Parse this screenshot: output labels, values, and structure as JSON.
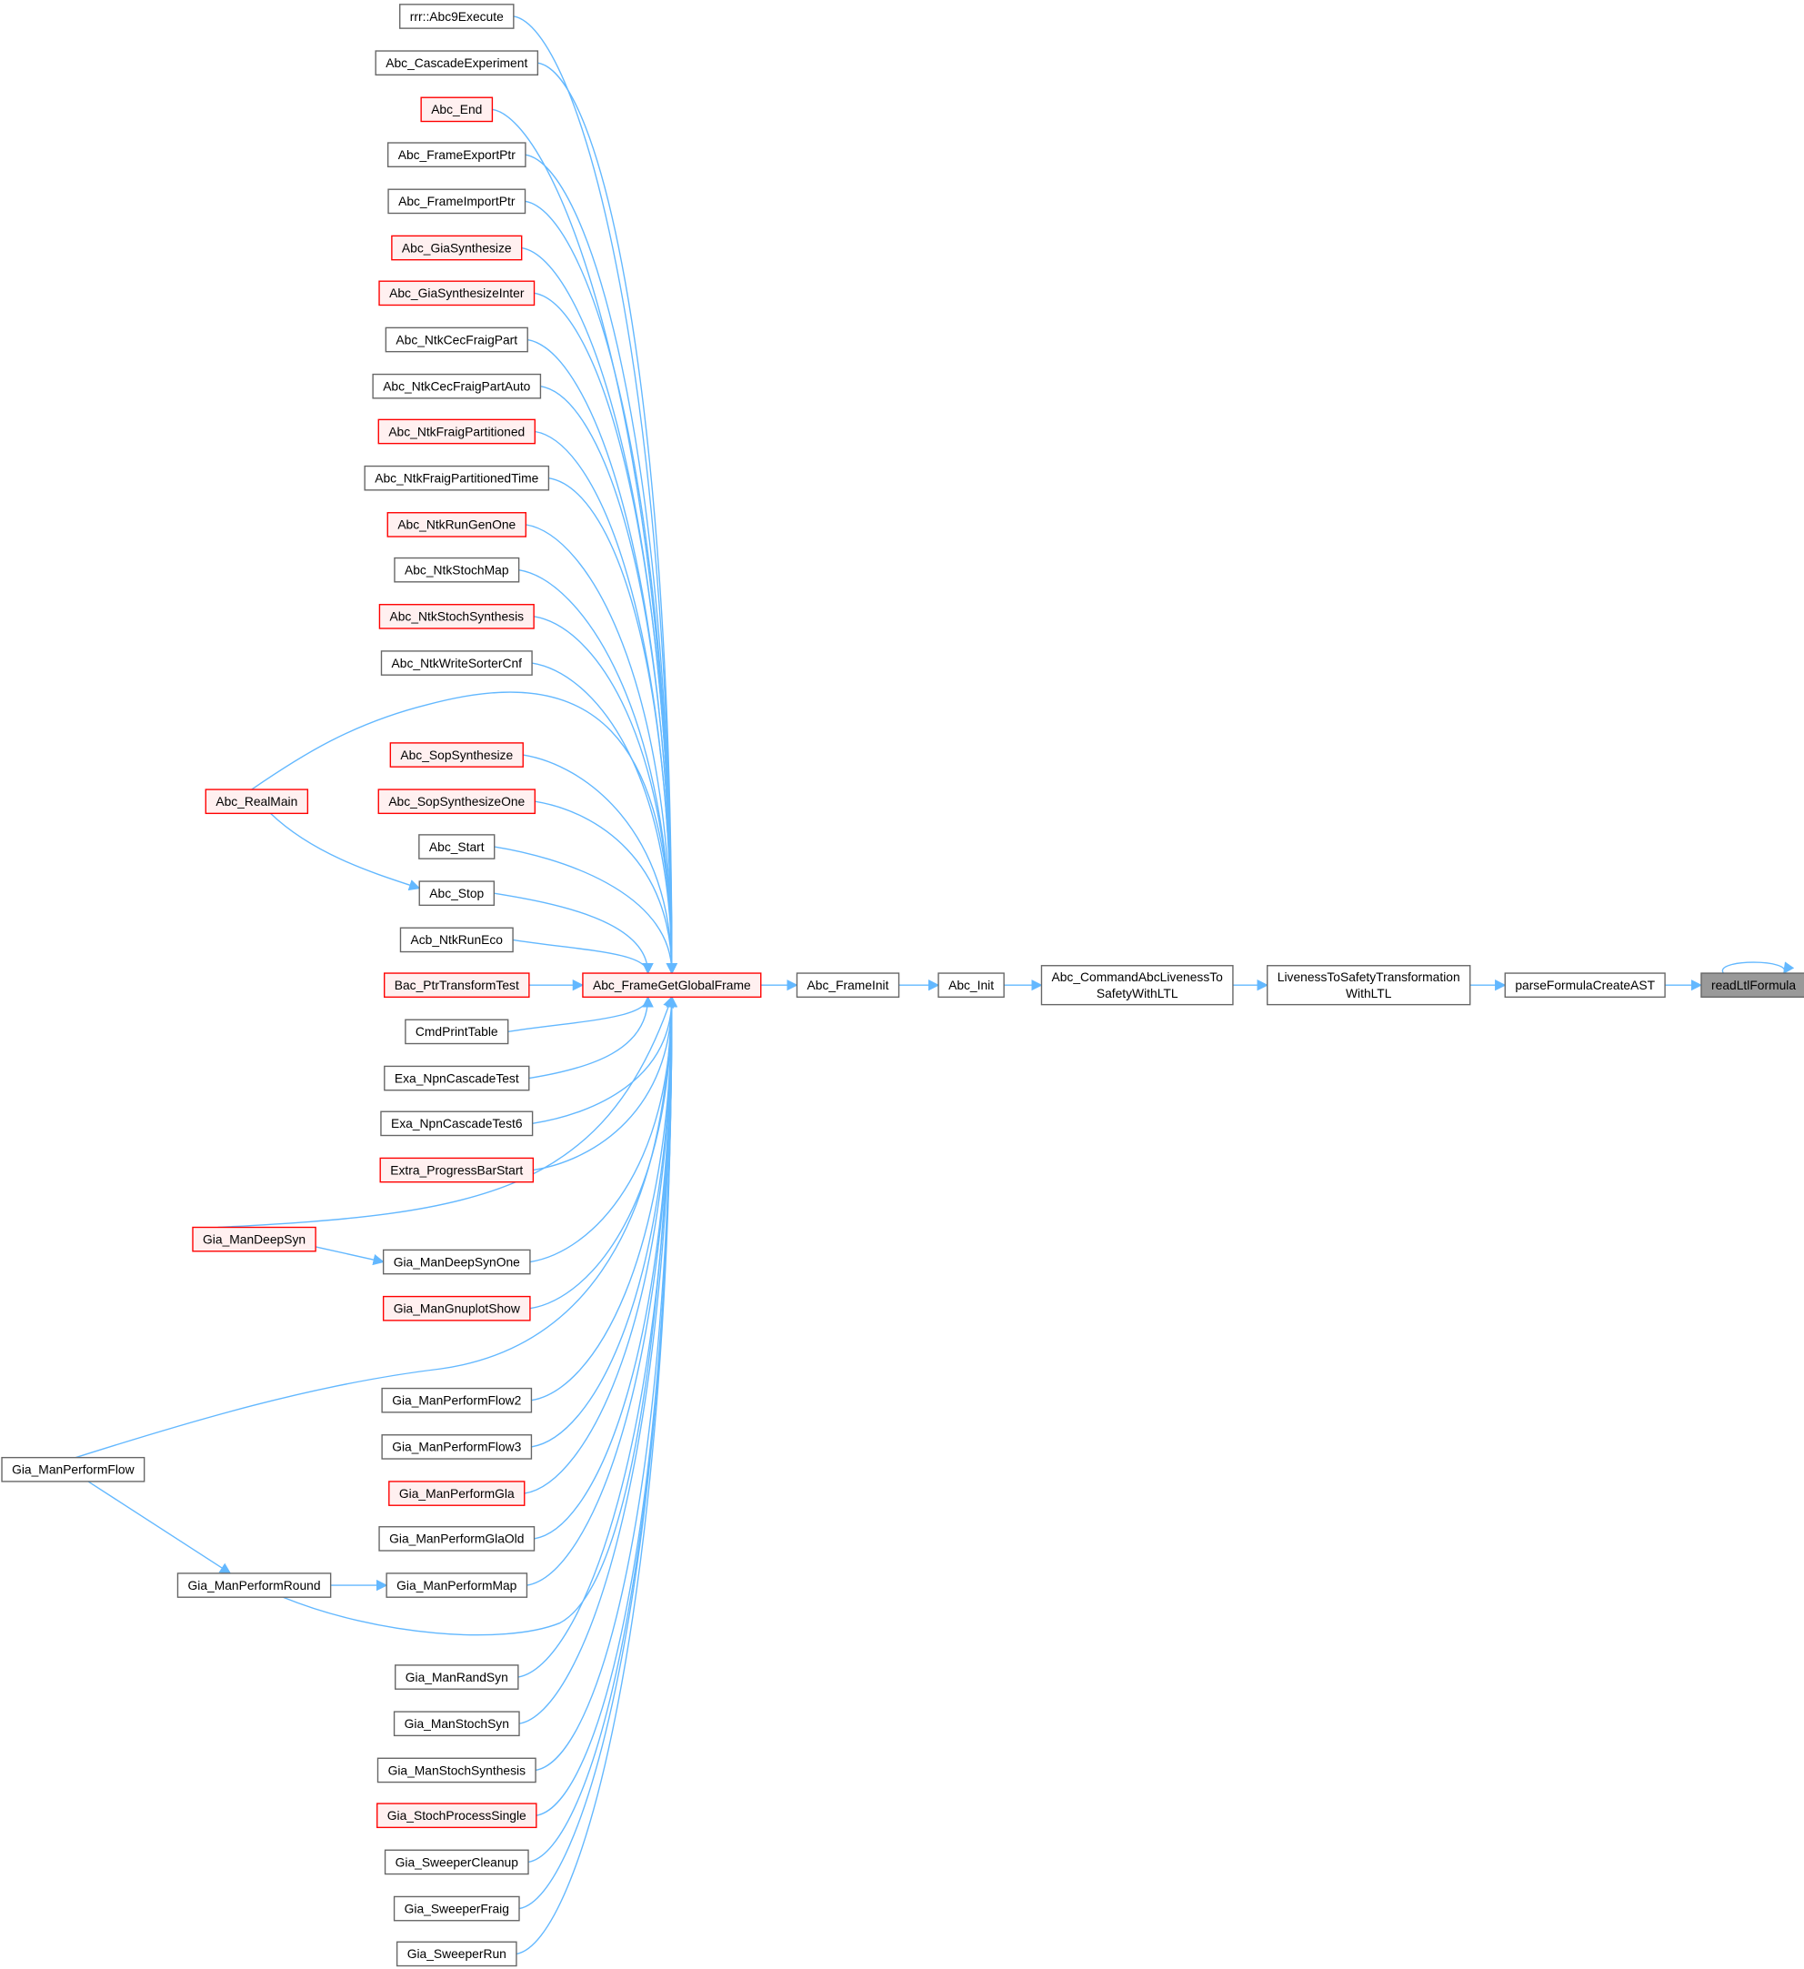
{
  "colors": {
    "edge": "#63b8ff",
    "highlight_border": "#ff0000",
    "highlight_fill": "#fff0f0",
    "current_fill": "#999999",
    "border": "#666666"
  },
  "nodes": [
    {
      "id": "rrr",
      "label": [
        "rrr::Abc9Execute"
      ],
      "style": "normal"
    },
    {
      "id": "casc",
      "label": [
        "Abc_CascadeExperiment"
      ],
      "style": "normal"
    },
    {
      "id": "end",
      "label": [
        "Abc_End"
      ],
      "style": "red"
    },
    {
      "id": "fexp",
      "label": [
        "Abc_FrameExportPtr"
      ],
      "style": "normal"
    },
    {
      "id": "fimp",
      "label": [
        "Abc_FrameImportPtr"
      ],
      "style": "normal"
    },
    {
      "id": "giasyn",
      "label": [
        "Abc_GiaSynthesize"
      ],
      "style": "red"
    },
    {
      "id": "giasyni",
      "label": [
        "Abc_GiaSynthesizeInter"
      ],
      "style": "red"
    },
    {
      "id": "cecfp",
      "label": [
        "Abc_NtkCecFraigPart"
      ],
      "style": "normal"
    },
    {
      "id": "cecfpa",
      "label": [
        "Abc_NtkCecFraigPartAuto"
      ],
      "style": "normal"
    },
    {
      "id": "fpart",
      "label": [
        "Abc_NtkFraigPartitioned"
      ],
      "style": "red"
    },
    {
      "id": "fpartt",
      "label": [
        "Abc_NtkFraigPartitionedTime"
      ],
      "style": "normal"
    },
    {
      "id": "rungen",
      "label": [
        "Abc_NtkRunGenOne"
      ],
      "style": "red"
    },
    {
      "id": "stochmap",
      "label": [
        "Abc_NtkStochMap"
      ],
      "style": "normal"
    },
    {
      "id": "stochsyn",
      "label": [
        "Abc_NtkStochSynthesis"
      ],
      "style": "red"
    },
    {
      "id": "wsorter",
      "label": [
        "Abc_NtkWriteSorterCnf"
      ],
      "style": "normal"
    },
    {
      "id": "sopsyn",
      "label": [
        "Abc_SopSynthesize"
      ],
      "style": "red"
    },
    {
      "id": "sopsyn1",
      "label": [
        "Abc_SopSynthesizeOne"
      ],
      "style": "red"
    },
    {
      "id": "start",
      "label": [
        "Abc_Start"
      ],
      "style": "normal"
    },
    {
      "id": "stop",
      "label": [
        "Abc_Stop"
      ],
      "style": "normal"
    },
    {
      "id": "acbeco",
      "label": [
        "Acb_NtkRunEco"
      ],
      "style": "normal"
    },
    {
      "id": "bacptr",
      "label": [
        "Bac_PtrTransformTest"
      ],
      "style": "red"
    },
    {
      "id": "cmdpt",
      "label": [
        "CmdPrintTable"
      ],
      "style": "normal"
    },
    {
      "id": "exa",
      "label": [
        "Exa_NpnCascadeTest"
      ],
      "style": "normal"
    },
    {
      "id": "exa6",
      "label": [
        "Exa_NpnCascadeTest6"
      ],
      "style": "normal"
    },
    {
      "id": "extrapb",
      "label": [
        "Extra_ProgressBarStart"
      ],
      "style": "red"
    },
    {
      "id": "deepsyn1",
      "label": [
        "Gia_ManDeepSynOne"
      ],
      "style": "normal"
    },
    {
      "id": "gnuplot",
      "label": [
        "Gia_ManGnuplotShow"
      ],
      "style": "red"
    },
    {
      "id": "flow2",
      "label": [
        "Gia_ManPerformFlow2"
      ],
      "style": "normal"
    },
    {
      "id": "flow3",
      "label": [
        "Gia_ManPerformFlow3"
      ],
      "style": "normal"
    },
    {
      "id": "gla",
      "label": [
        "Gia_ManPerformGla"
      ],
      "style": "red"
    },
    {
      "id": "glaold",
      "label": [
        "Gia_ManPerformGlaOld"
      ],
      "style": "normal"
    },
    {
      "id": "pmap",
      "label": [
        "Gia_ManPerformMap"
      ],
      "style": "normal"
    },
    {
      "id": "randsyn",
      "label": [
        "Gia_ManRandSyn"
      ],
      "style": "normal"
    },
    {
      "id": "stochsyn2",
      "label": [
        "Gia_ManStochSyn"
      ],
      "style": "normal"
    },
    {
      "id": "stochsynth",
      "label": [
        "Gia_ManStochSynthesis"
      ],
      "style": "normal"
    },
    {
      "id": "stochproc",
      "label": [
        "Gia_StochProcessSingle"
      ],
      "style": "red"
    },
    {
      "id": "swclean",
      "label": [
        "Gia_SweeperCleanup"
      ],
      "style": "normal"
    },
    {
      "id": "swfraig",
      "label": [
        "Gia_SweeperFraig"
      ],
      "style": "normal"
    },
    {
      "id": "swrun",
      "label": [
        "Gia_SweeperRun"
      ],
      "style": "normal"
    },
    {
      "id": "realmain",
      "label": [
        "Abc_RealMain"
      ],
      "style": "red"
    },
    {
      "id": "deepsyn",
      "label": [
        "Gia_ManDeepSyn"
      ],
      "style": "red"
    },
    {
      "id": "pflow",
      "label": [
        "Gia_ManPerformFlow"
      ],
      "style": "normal"
    },
    {
      "id": "pround",
      "label": [
        "Gia_ManPerformRound"
      ],
      "style": "normal"
    },
    {
      "id": "ggf",
      "label": [
        "Abc_FrameGetGlobalFrame"
      ],
      "style": "red"
    },
    {
      "id": "finit",
      "label": [
        "Abc_FrameInit"
      ],
      "style": "normal"
    },
    {
      "id": "init",
      "label": [
        "Abc_Init"
      ],
      "style": "normal"
    },
    {
      "id": "cmdltl",
      "label": [
        "Abc_CommandAbcLivenessTo",
        "SafetyWithLTL"
      ],
      "style": "normal"
    },
    {
      "id": "l2s",
      "label": [
        "LivenessToSafetyTransformation",
        "WithLTL"
      ],
      "style": "normal"
    },
    {
      "id": "parse",
      "label": [
        "parseFormulaCreateAST"
      ],
      "style": "normal"
    },
    {
      "id": "readltl",
      "label": [
        "readLtlFormula"
      ],
      "style": "current"
    }
  ],
  "edges": [
    [
      "ggf",
      "finit"
    ],
    [
      "finit",
      "init"
    ],
    [
      "init",
      "cmdltl"
    ],
    [
      "cmdltl",
      "l2s"
    ],
    [
      "l2s",
      "parse"
    ],
    [
      "parse",
      "readltl"
    ],
    [
      "readltl",
      "readltl"
    ],
    [
      "realmain",
      "stop"
    ],
    [
      "deepsyn",
      "deepsyn1"
    ],
    [
      "pflow",
      "pround"
    ],
    [
      "pround",
      "pmap"
    ],
    [
      "realmain",
      "ggf"
    ],
    [
      "deepsyn",
      "ggf"
    ],
    [
      "pflow",
      "ggf"
    ],
    [
      "pround",
      "ggf"
    ]
  ]
}
